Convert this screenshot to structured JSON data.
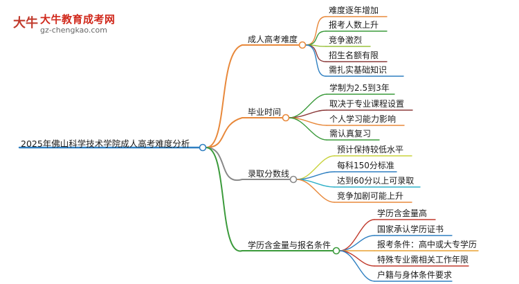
{
  "brand": {
    "mark": "大牛",
    "title": "大牛教育成考网",
    "url": "gz-chengkao.com"
  },
  "root": {
    "label": "2025年佛山科学技术学院成人高考难度分析",
    "color": "#2e7fc1"
  },
  "branches": [
    {
      "label": "成人高考难度",
      "color": "#e8883a",
      "children": [
        {
          "label": "难度逐年增加",
          "color": "#e8883a"
        },
        {
          "label": "报考人数上升",
          "color": "#3a9a3a"
        },
        {
          "label": "竞争激烈",
          "color": "#9ac23c"
        },
        {
          "label": "招生名额有限",
          "color": "#8b3a3a"
        },
        {
          "label": "需扎实基础知识",
          "color": "#2e7fc1"
        }
      ]
    },
    {
      "label": "毕业时间",
      "color": "#e8883a",
      "children": [
        {
          "label": "学制为2.5到3年",
          "color": "#3a9a3a"
        },
        {
          "label": "取决于专业课程设置",
          "color": "#8b3a3a"
        },
        {
          "label": "个人学习能力影响",
          "color": "#e8883a"
        },
        {
          "label": "需认真复习",
          "color": "#3a9a3a"
        }
      ]
    },
    {
      "label": "录取分数线",
      "color": "#888888",
      "children": [
        {
          "label": "预计保持较低水平",
          "color": "#c8d23c"
        },
        {
          "label": "每科150分标准",
          "color": "#2e7fc1"
        },
        {
          "label": "达到60分以上可录取",
          "color": "#2eb0c8"
        },
        {
          "label": "竞争加剧可能上升",
          "color": "#e8883a"
        }
      ]
    },
    {
      "label": "学历含金量与报名条件",
      "color": "#3a9a3a",
      "children": [
        {
          "label": "学历含金量高",
          "color": "#c0392b"
        },
        {
          "label": "国家承认学历证书",
          "color": "#2e7fc1"
        },
        {
          "label": "报考条件：高中或大专学历",
          "color": "#e8a030"
        },
        {
          "label": "特殊专业需相关工作年限",
          "color": "#c0392b"
        },
        {
          "label": "户籍与身体条件要求",
          "color": "#2e7fc1"
        }
      ]
    }
  ]
}
